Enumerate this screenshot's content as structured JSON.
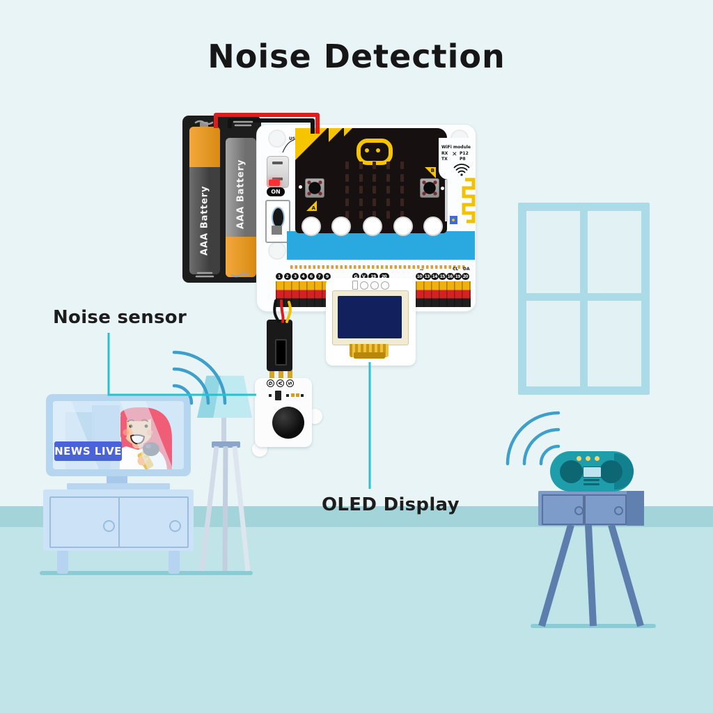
{
  "title": "Noise Detection",
  "labels": {
    "noise_sensor": "Noise sensor",
    "oled_display": "OLED Display"
  },
  "tv": {
    "badge": "NEWS LIVE"
  },
  "battery": {
    "label": "AAA Battery"
  },
  "board": {
    "usb": "USB",
    "on": "ON",
    "button_a": "A",
    "button_b": "B",
    "wifi": {
      "title": "WiFi module",
      "rx": "RX",
      "tx": "TX",
      "x": "✕",
      "p12": "P12",
      "p8": "P8"
    },
    "pins": {
      "left": [
        "1",
        "2",
        "3",
        "4",
        "6",
        "7",
        "9"
      ],
      "mid": [
        "G",
        "V",
        "19",
        "20"
      ],
      "right": [
        "10",
        "13",
        "14",
        "15",
        "16",
        "19",
        "20"
      ],
      "cl": "CL",
      "da": "DA",
      "tilde": "~"
    }
  },
  "sensor": {
    "pins": [
      "G",
      "V",
      "S"
    ]
  },
  "colors": {
    "accent_cyan": "#25c2d4",
    "wave_blue": "#3e9fcb",
    "microbit_yellow": "#f6c500",
    "stripe_blue": "#2aa9e1",
    "badge_blue": "#4a63d8",
    "wall": "#e9f4f6",
    "baseboard": "#a2d4da",
    "floor": "#c0e4e8"
  }
}
